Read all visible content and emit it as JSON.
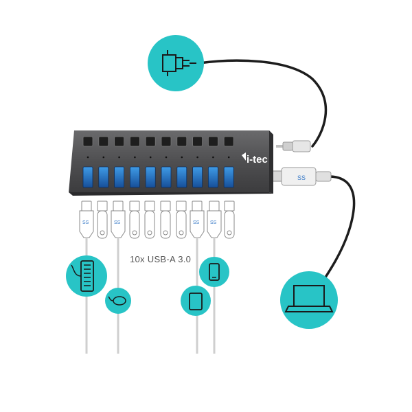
{
  "hub": {
    "brand": "i-tec",
    "port_count": 10,
    "accent_color": "#28c4c6",
    "body_color": "#4f4f51",
    "port_color": "#1e6fc0"
  },
  "caption": "10x USB-A 3.0",
  "icons": {
    "power": "power-plug-icon",
    "laptop": "laptop-icon",
    "keyboard": "keyboard-icon",
    "mouse": "mouse-icon",
    "tablet": "tablet-icon",
    "phone": "smartphone-icon"
  }
}
